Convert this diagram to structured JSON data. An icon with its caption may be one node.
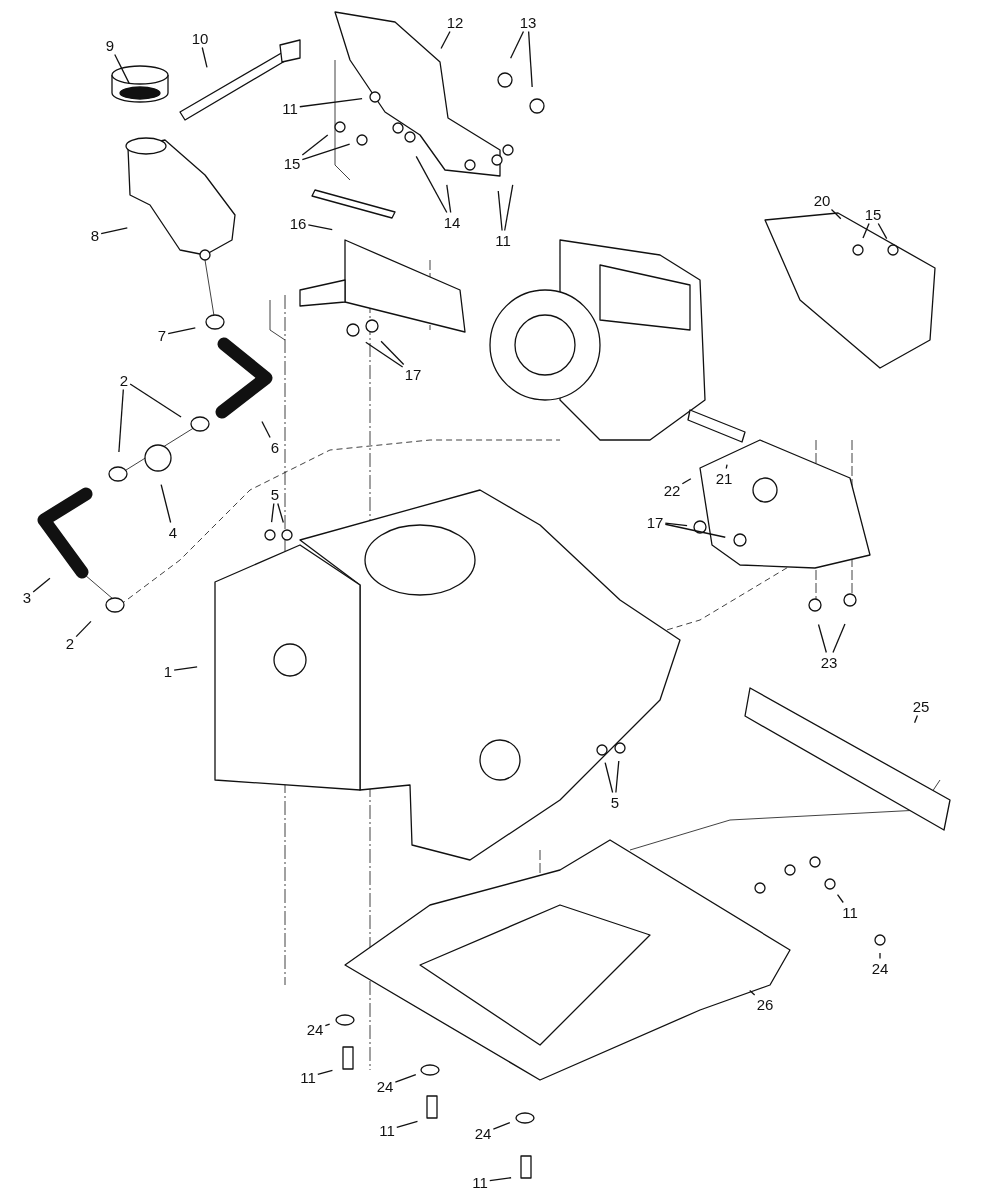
{
  "diagram": {
    "nodes": [
      {
        "text": [
          "9"
        ]
      },
      {
        "text": [
          "10"
        ]
      },
      {
        "text": [
          "12"
        ]
      },
      {
        "text": [
          "13"
        ]
      },
      {
        "text": [
          "11"
        ]
      },
      {
        "text": [
          "15"
        ]
      },
      {
        "text": [
          "20"
        ]
      },
      {
        "text": [
          "15"
        ]
      },
      {
        "text": [
          "16"
        ]
      },
      {
        "text": [
          "14"
        ]
      },
      {
        "text": [
          "8"
        ]
      },
      {
        "text": [
          "11"
        ]
      },
      {
        "text": [
          "7"
        ]
      },
      {
        "text": [
          "17"
        ]
      },
      {
        "text": [
          "2"
        ]
      },
      {
        "text": [
          "6"
        ]
      },
      {
        "text": [
          "21"
        ]
      },
      {
        "text": [
          "22"
        ]
      },
      {
        "text": [
          "5"
        ]
      },
      {
        "text": [
          "17"
        ]
      },
      {
        "text": [
          "4"
        ]
      },
      {
        "text": [
          "3"
        ]
      },
      {
        "text": [
          "2"
        ]
      },
      {
        "text": [
          "23"
        ]
      },
      {
        "text": [
          "1"
        ]
      },
      {
        "text": [
          "25"
        ]
      },
      {
        "text": [
          "5"
        ]
      },
      {
        "text": [
          "11"
        ]
      },
      {
        "text": [
          "24"
        ]
      },
      {
        "text": [
          "26"
        ]
      },
      {
        "text": [
          "24"
        ]
      },
      {
        "text": [
          "11"
        ]
      },
      {
        "text": [
          "24"
        ]
      },
      {
        "text": [
          "11"
        ]
      },
      {
        "text": [
          "24"
        ]
      },
      {
        "text": [
          "11"
        ]
      }
    ],
    "edges": [
      {
        "from": 0,
        "to": null,
        "arrow": "none"
      },
      {
        "from": 1,
        "to": null,
        "arrow": "none"
      },
      {
        "from": 2,
        "to": null,
        "arrow": "none"
      },
      {
        "from": 3,
        "to": null,
        "arrow": "none"
      },
      {
        "from": 3,
        "to": null,
        "arrow": "none"
      },
      {
        "from": 4,
        "to": null,
        "arrow": "none"
      },
      {
        "from": 5,
        "to": null,
        "arrow": "none"
      },
      {
        "from": 5,
        "to": null,
        "arrow": "none"
      },
      {
        "from": 6,
        "to": null,
        "arrow": "none"
      },
      {
        "from": 7,
        "to": null,
        "arrow": "none"
      },
      {
        "from": 7,
        "to": null,
        "arrow": "none"
      },
      {
        "from": 8,
        "to": null,
        "arrow": "none"
      },
      {
        "from": 9,
        "to": null,
        "arrow": "none"
      },
      {
        "from": 9,
        "to": null,
        "arrow": "none"
      },
      {
        "from": 10,
        "to": null,
        "arrow": "none"
      },
      {
        "from": 11,
        "to": null,
        "arrow": "none"
      },
      {
        "from": 11,
        "to": null,
        "arrow": "none"
      },
      {
        "from": 12,
        "to": null,
        "arrow": "none"
      },
      {
        "from": 13,
        "to": null,
        "arrow": "none"
      },
      {
        "from": 13,
        "to": null,
        "arrow": "none"
      },
      {
        "from": 14,
        "to": null,
        "arrow": "none"
      },
      {
        "from": 14,
        "to": null,
        "arrow": "none"
      },
      {
        "from": 15,
        "to": null,
        "arrow": "none"
      },
      {
        "from": 16,
        "to": null,
        "arrow": "none"
      },
      {
        "from": 17,
        "to": null,
        "arrow": "none"
      },
      {
        "from": 18,
        "to": null,
        "arrow": "none"
      },
      {
        "from": 18,
        "to": null,
        "arrow": "none"
      },
      {
        "from": 19,
        "to": null,
        "arrow": "none"
      },
      {
        "from": 19,
        "to": null,
        "arrow": "none"
      },
      {
        "from": 20,
        "to": null,
        "arrow": "none"
      },
      {
        "from": 21,
        "to": null,
        "arrow": "none"
      },
      {
        "from": 22,
        "to": null,
        "arrow": "none"
      },
      {
        "from": 23,
        "to": null,
        "arrow": "none"
      },
      {
        "from": 23,
        "to": null,
        "arrow": "none"
      },
      {
        "from": 24,
        "to": null,
        "arrow": "none"
      },
      {
        "from": 25,
        "to": null,
        "arrow": "none"
      },
      {
        "from": 26,
        "to": null,
        "arrow": "none"
      },
      {
        "from": 26,
        "to": null,
        "arrow": "none"
      },
      {
        "from": 27,
        "to": null,
        "arrow": "none"
      },
      {
        "from": 28,
        "to": null,
        "arrow": "none"
      },
      {
        "from": 29,
        "to": null,
        "arrow": "none"
      },
      {
        "from": 30,
        "to": null,
        "arrow": "none"
      },
      {
        "from": 31,
        "to": null,
        "arrow": "none"
      },
      {
        "from": 32,
        "to": null,
        "arrow": "none"
      },
      {
        "from": 33,
        "to": null,
        "arrow": "none"
      },
      {
        "from": 34,
        "to": null,
        "arrow": "none"
      },
      {
        "from": 35,
        "to": null,
        "arrow": "none"
      }
    ]
  }
}
